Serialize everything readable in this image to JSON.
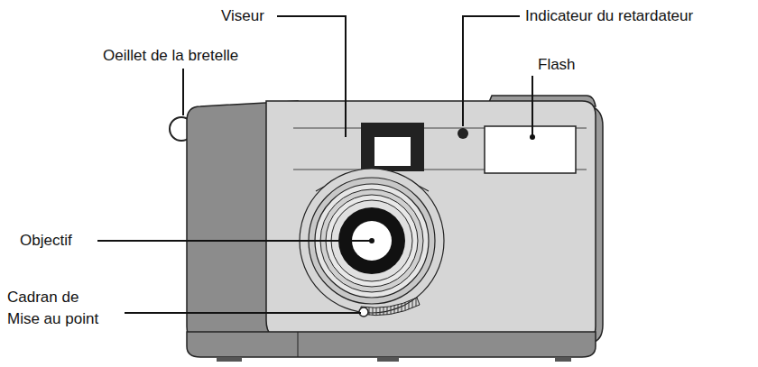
{
  "diagram": {
    "labels": [
      "Viseur",
      "Indicateur du retardateur",
      "Oeillet de la bretelle",
      "Flash",
      "Objectif",
      "Cadran de Mise au point"
    ]
  }
}
